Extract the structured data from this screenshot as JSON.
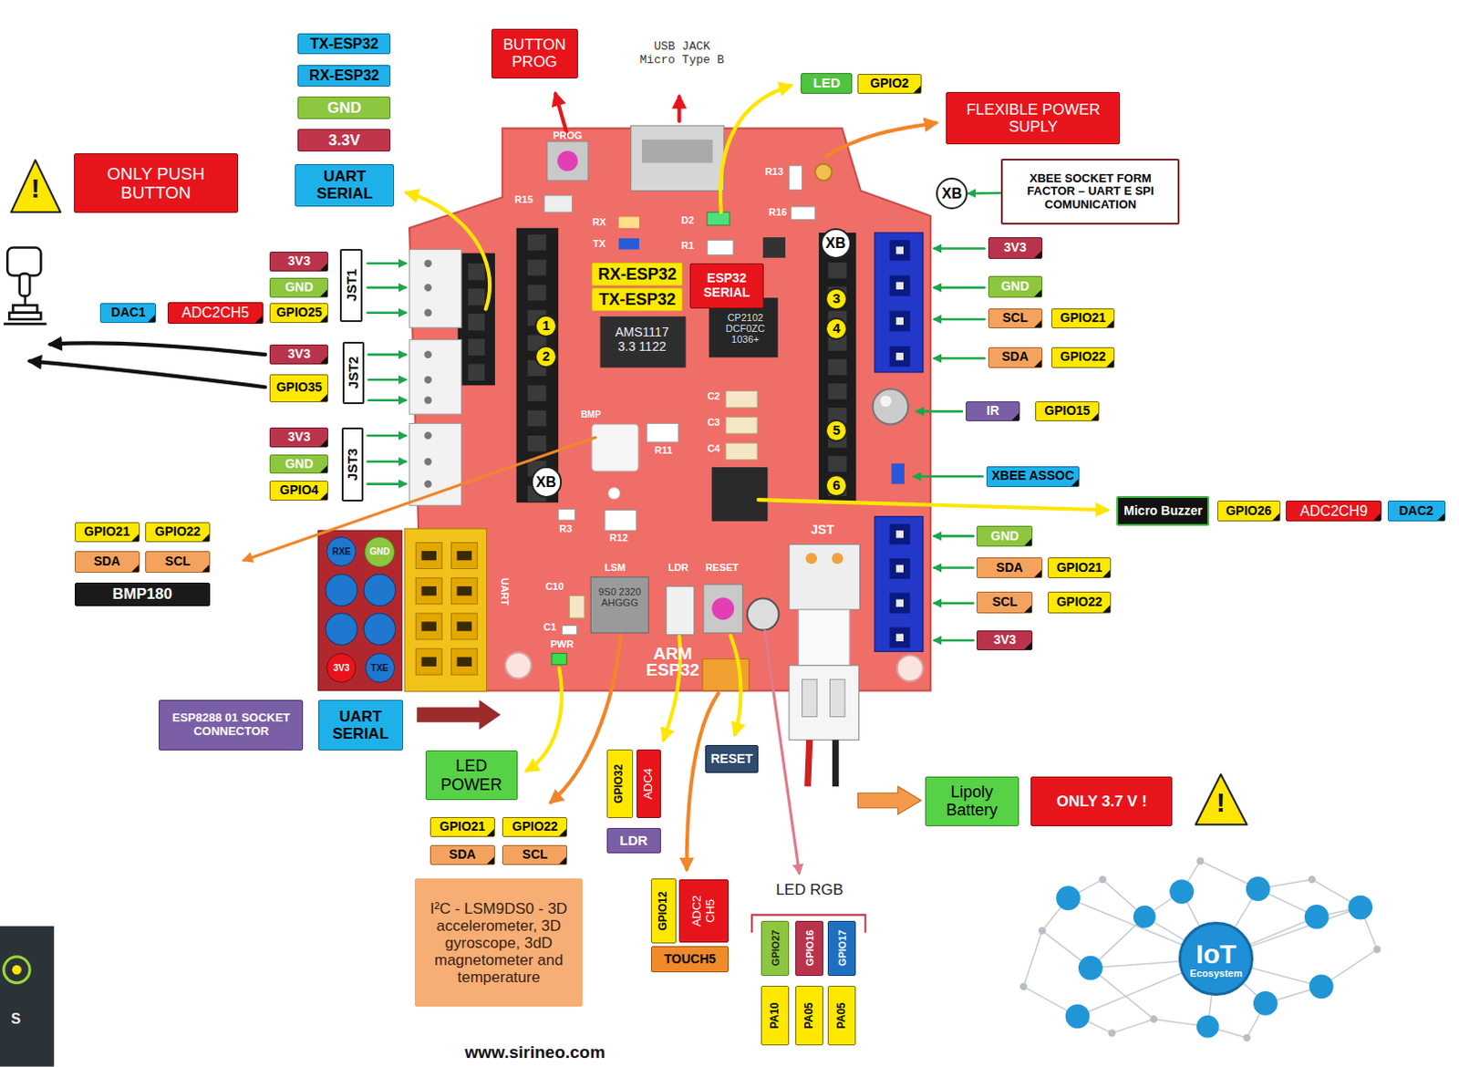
{
  "diagram": {
    "nodes": [
      {
        "text": [
          "TX-ESP32"
        ]
      },
      {
        "text": [
          "RX-ESP32"
        ]
      },
      {
        "text": [
          "GND"
        ]
      },
      {
        "text": [
          "3.3V"
        ]
      },
      {
        "text": [
          "UART SERIAL"
        ]
      },
      {
        "text": [
          "BUTTON PROG"
        ]
      },
      {
        "text": [
          "LED"
        ]
      },
      {
        "text": [
          "GPIO2"
        ]
      },
      {
        "text": [
          "FLEXIBLE POWER SUPLY"
        ]
      },
      {
        "text": [
          "XBEE SOCKET FORM FACTOR – UART E SPI COMUNICATION"
        ]
      },
      {
        "text": [
          "XB"
        ]
      },
      {
        "text": [
          "ONLY PUSH BUTTON"
        ]
      },
      {
        "text": [
          "3V3"
        ]
      },
      {
        "text": [
          "GND"
        ]
      },
      {
        "text": [
          "DAC1"
        ]
      },
      {
        "text": [
          "ADC2CH5"
        ]
      },
      {
        "text": [
          "GPIO25"
        ]
      },
      {
        "text": [
          "JST1"
        ]
      },
      {
        "text": [
          "3V3"
        ]
      },
      {
        "text": [
          "GPIO35"
        ]
      },
      {
        "text": [
          "JST2"
        ]
      },
      {
        "text": [
          "3V3"
        ]
      },
      {
        "text": [
          "GND"
        ]
      },
      {
        "text": [
          "GPIO4"
        ]
      },
      {
        "text": [
          "JST3"
        ]
      },
      {
        "text": [
          "RX-ESP32"
        ]
      },
      {
        "text": [
          "TX-ESP32"
        ]
      },
      {
        "text": [
          "ESP32 SERIAL"
        ]
      },
      {
        "text": [
          "1"
        ]
      },
      {
        "text": [
          "2"
        ]
      },
      {
        "text": [
          "XB"
        ]
      },
      {
        "text": [
          "3"
        ]
      },
      {
        "text": [
          "4"
        ]
      },
      {
        "text": [
          "5"
        ]
      },
      {
        "text": [
          "6"
        ]
      },
      {
        "text": [
          "XB"
        ]
      },
      {
        "text": [
          "3V3"
        ]
      },
      {
        "text": [
          "GND"
        ]
      },
      {
        "text": [
          "SCL"
        ]
      },
      {
        "text": [
          "GPIO21"
        ]
      },
      {
        "text": [
          "SDA"
        ]
      },
      {
        "text": [
          "GPIO22"
        ]
      },
      {
        "text": [
          "IR"
        ]
      },
      {
        "text": [
          "GPIO15"
        ]
      },
      {
        "text": [
          "XBEE ASSOC"
        ]
      },
      {
        "text": [
          "Micro Buzzer"
        ]
      },
      {
        "text": [
          "GPIO26"
        ]
      },
      {
        "text": [
          "ADC2CH9"
        ]
      },
      {
        "text": [
          "DAC2"
        ]
      },
      {
        "text": [
          "GND"
        ]
      },
      {
        "text": [
          "SDA"
        ]
      },
      {
        "text": [
          "GPIO21"
        ]
      },
      {
        "text": [
          "SCL"
        ]
      },
      {
        "text": [
          "GPIO22"
        ]
      },
      {
        "text": [
          "3V3"
        ]
      },
      {
        "text": [
          "GPIO21"
        ]
      },
      {
        "text": [
          "GPIO22"
        ]
      },
      {
        "text": [
          "SDA"
        ]
      },
      {
        "text": [
          "SCL"
        ]
      },
      {
        "text": [
          "BMP180"
        ]
      },
      {
        "text": [
          "RXE"
        ]
      },
      {
        "text": [
          "GND"
        ]
      },
      {
        "text": [
          "3V3"
        ]
      },
      {
        "text": [
          "TXE"
        ]
      },
      {
        "text": [
          "ESP8288 01 SOCKET CONNECTOR"
        ]
      },
      {
        "text": [
          "UART SERIAL"
        ]
      },
      {
        "text": [
          "LED POWER"
        ]
      },
      {
        "text": [
          "GPIO21"
        ]
      },
      {
        "text": [
          "GPIO22"
        ]
      },
      {
        "text": [
          "SDA"
        ]
      },
      {
        "text": [
          "SCL"
        ]
      },
      {
        "text": [
          "I²C - LSM9DS0 - 3D accelerometer, 3D gyroscope, 3dD magnetometer and temperature"
        ]
      },
      {
        "text": [
          "GPIO32"
        ]
      },
      {
        "text": [
          "ADC4"
        ]
      },
      {
        "text": [
          "LDR"
        ]
      },
      {
        "text": [
          "RESET"
        ]
      },
      {
        "text": [
          "GPIO12"
        ]
      },
      {
        "text": [
          "ADC2 CH5"
        ]
      },
      {
        "text": [
          "TOUCH5"
        ]
      },
      {
        "text": [
          "GPIO27"
        ]
      },
      {
        "text": [
          "GPIO16"
        ]
      },
      {
        "text": [
          "GPIO17"
        ]
      },
      {
        "text": [
          "PA10"
        ]
      },
      {
        "text": [
          "PA05"
        ]
      },
      {
        "text": [
          "PA05"
        ]
      },
      {
        "text": [
          "Lipoly Battery"
        ]
      },
      {
        "text": [
          "ONLY 3.7 V !"
        ]
      },
      {
        "text": [
          "IoT",
          "Ecosystem"
        ]
      }
    ],
    "edges": [
      {
        "from": 9,
        "to": 10,
        "arrow": "to"
      }
    ],
    "labels": [
      "USB JACK Micro Type B",
      "!",
      "!",
      "LED RGB",
      "www.sirineo.com",
      "S",
      "PROG",
      "R15",
      "RX",
      "TX",
      "D2",
      "R1",
      "R13",
      "R16",
      "AMS1117 3.3 1122",
      "CP2102 DCF0ZC 1036+",
      "C2",
      "C3",
      "C4",
      "R11",
      "R3",
      "R12",
      "LSM",
      "9S0 2320 AHGGG",
      "LDR",
      "RESET",
      "C10",
      "C1",
      "PWR",
      "ARM ESP32",
      "UART",
      "JST",
      "BMP"
    ]
  }
}
